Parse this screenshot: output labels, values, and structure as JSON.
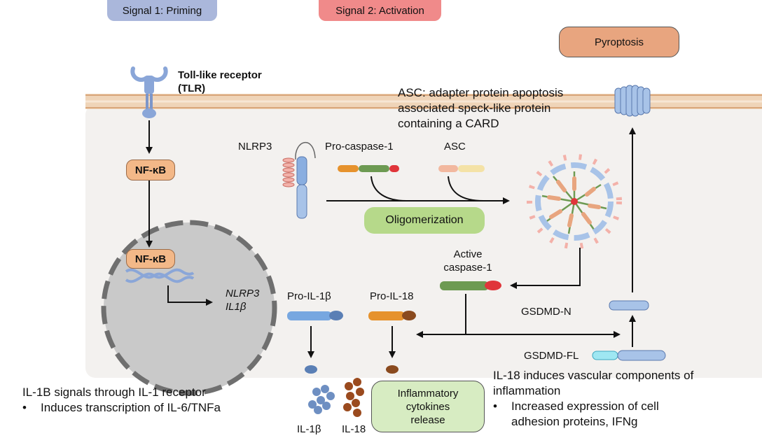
{
  "signals": {
    "priming": "Signal 1: Priming",
    "activation": "Signal 2: Activation"
  },
  "pyroptosis": "Pyroptosis",
  "tlr": {
    "line1": "Toll-like receptor",
    "line2": "(TLR)"
  },
  "asc_note": {
    "line1": "ASC: adapter protein apoptosis",
    "line2": "associated speck-like protein",
    "line3": "containing a CARD"
  },
  "labels": {
    "nlrp3": "NLRP3",
    "pro_caspase": "Pro-caspase-1",
    "asc": "ASC",
    "oligomerization": "Oligomerization",
    "nfkb_cyto": "NF-κB",
    "nfkb_nuc": "NF-κB",
    "gene1": "NLRP3",
    "gene2": "IL1β",
    "active_caspase_1": "Active",
    "active_caspase_2": "caspase-1",
    "pro_il1b": "Pro-IL-1β",
    "pro_il18": "Pro-IL-18",
    "gsdmd_n": "GSDMD-N",
    "gsdmd_fl": "GSDMD-FL",
    "il1b": "IL-1β",
    "il18": "IL-18",
    "infl_1": "Inflammatory",
    "infl_2": "cytokines",
    "infl_3": "release"
  },
  "notes": {
    "left_1": "IL-1B signals through IL-1 receptor",
    "left_2": "Induces transcription of IL-6/TNFa",
    "right_1": "IL-18 induces vascular components of",
    "right_2": "inflammation",
    "right_3": "Increased expression of cell",
    "right_4": "adhesion proteins, IFNg",
    "bullet": "•"
  },
  "colors": {
    "membrane": "#e9c7a6",
    "cell": "#f3f1ef",
    "nucleus": "#c9c9c9",
    "priming": "#aab7db",
    "activation": "#f08a8a",
    "pyroptosis": "#e8a57f",
    "nfkb": "#f3b888",
    "oligo": "#b6d98a",
    "blue_protein": "#8aaee0",
    "green_caspase": "#6d9a52",
    "red_card": "#e0353a",
    "orange_protein": "#e6922d",
    "brown_il18": "#9a4a1e"
  }
}
